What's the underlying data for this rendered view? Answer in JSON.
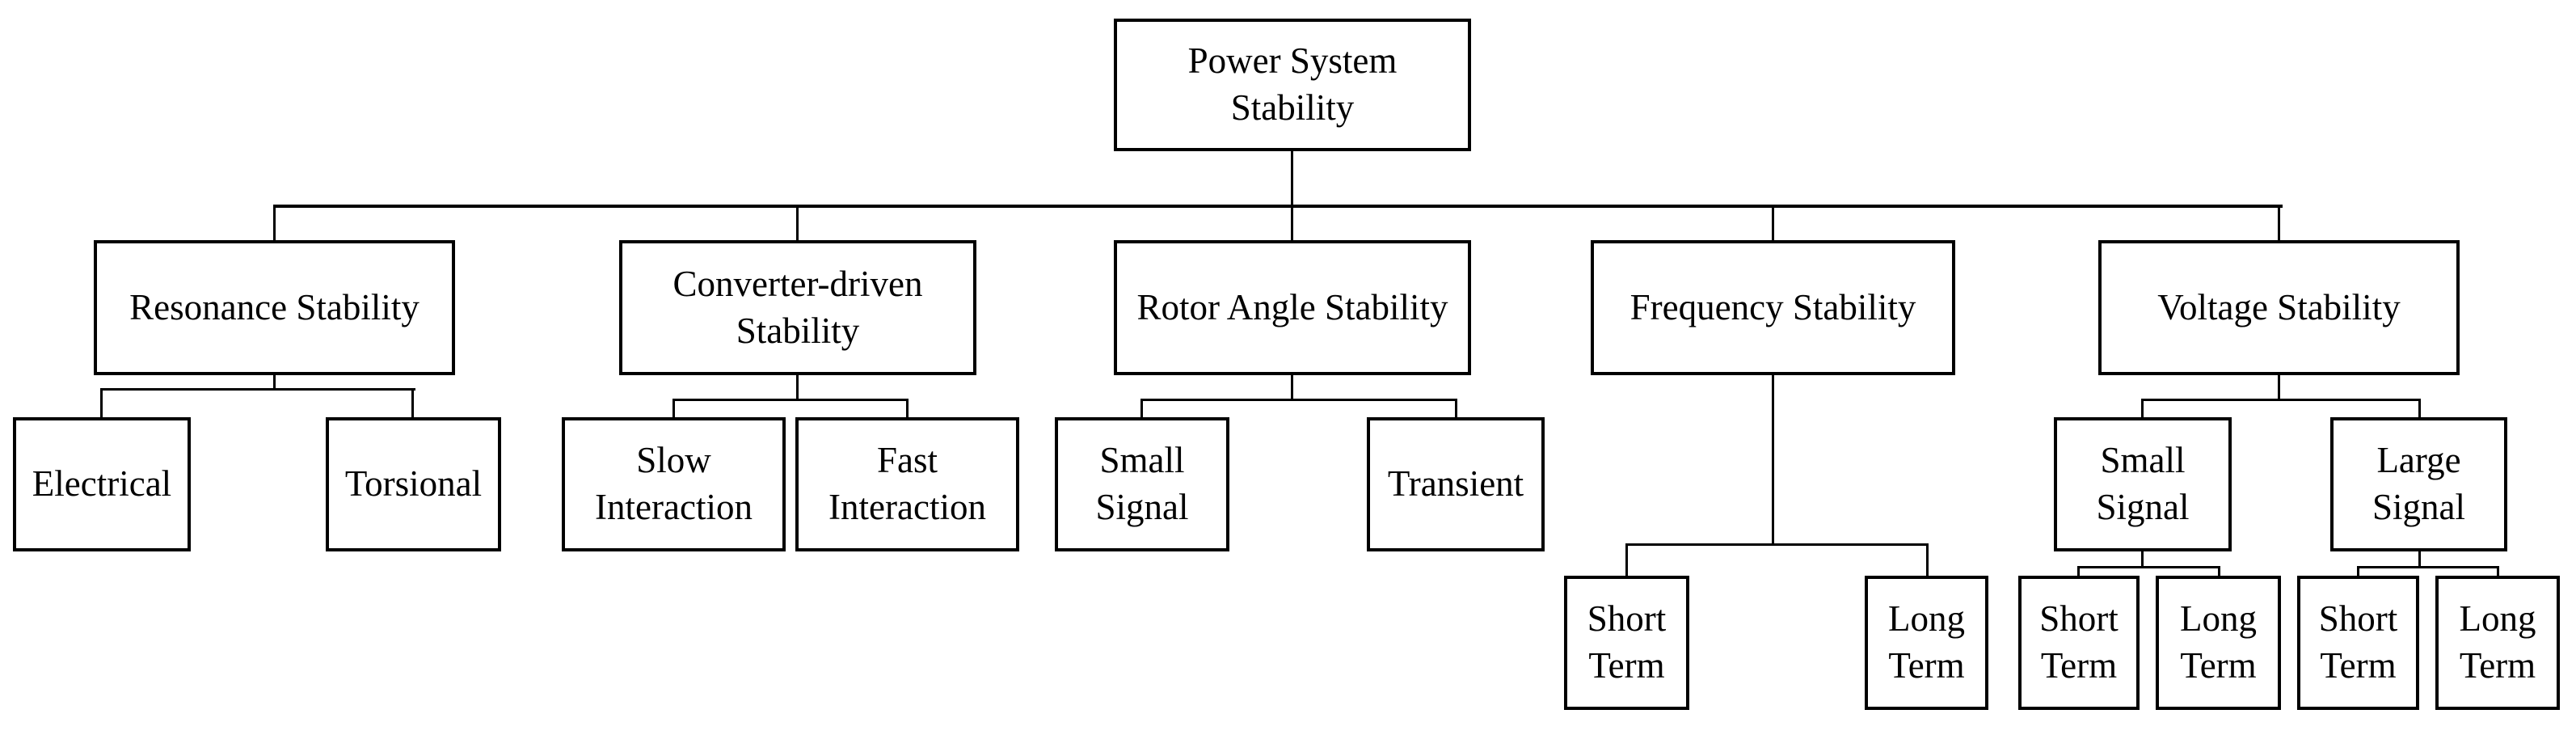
{
  "diagram_title": "Power System Stability classification tree",
  "colors": {
    "background": "#ffffff",
    "box_fill": "#ffffff",
    "box_border": "#000000",
    "line": "#000000",
    "text": "#000000"
  },
  "nodes": {
    "root": "Power System\nStability",
    "resonance": "Resonance Stability",
    "converter": "Converter-driven\nStability",
    "rotor": "Rotor Angle Stability",
    "frequency": "Frequency Stability",
    "voltage": "Voltage Stability",
    "electrical": "Electrical",
    "torsional": "Torsional",
    "slow_interaction": "Slow\nInteraction",
    "fast_interaction": "Fast\nInteraction",
    "rotor_small_signal": "Small\nSignal",
    "rotor_transient": "Transient",
    "frequency_short_term": "Short\nTerm",
    "frequency_long_term": "Long\nTerm",
    "voltage_small_signal": "Small\nSignal",
    "voltage_large_signal": "Large\nSignal",
    "vss_short_term": "Short\nTerm",
    "vss_long_term": "Long\nTerm",
    "vls_short_term": "Short\nTerm",
    "vls_long_term": "Long\nTerm"
  },
  "hierarchy": {
    "label": "Power System Stability",
    "children": [
      {
        "label": "Resonance Stability",
        "children": [
          {
            "label": "Electrical"
          },
          {
            "label": "Torsional"
          }
        ]
      },
      {
        "label": "Converter-driven Stability",
        "children": [
          {
            "label": "Slow Interaction"
          },
          {
            "label": "Fast Interaction"
          }
        ]
      },
      {
        "label": "Rotor Angle Stability",
        "children": [
          {
            "label": "Small Signal"
          },
          {
            "label": "Transient"
          }
        ]
      },
      {
        "label": "Frequency Stability",
        "children": [
          {
            "label": "Short Term"
          },
          {
            "label": "Long Term"
          }
        ]
      },
      {
        "label": "Voltage Stability",
        "children": [
          {
            "label": "Small Signal",
            "children": [
              {
                "label": "Short Term"
              },
              {
                "label": "Long Term"
              }
            ]
          },
          {
            "label": "Large Signal",
            "children": [
              {
                "label": "Short Term"
              },
              {
                "label": "Long Term"
              }
            ]
          }
        ]
      }
    ]
  }
}
